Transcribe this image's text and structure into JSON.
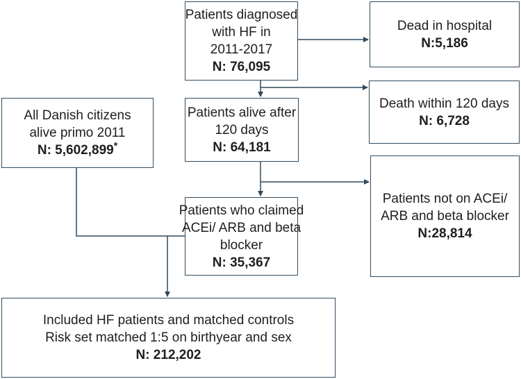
{
  "boxes": {
    "diagnosed": {
      "lines": [
        "Patients diagnosed",
        "with HF in",
        "2011-2017"
      ],
      "n": "N: 76,095"
    },
    "dead_hospital": {
      "lines": [
        "Dead in hospital"
      ],
      "n": "N:5,186"
    },
    "death_120": {
      "lines": [
        "Death within 120 days"
      ],
      "n": "N: 6,728"
    },
    "alive_120": {
      "lines": [
        "Patients alive after",
        "120 days"
      ],
      "n": "N: 64,181"
    },
    "danish": {
      "lines": [
        "All Danish citizens",
        "alive primo 2011"
      ],
      "n": "N: 5,602,899",
      "note_mark": "*"
    },
    "claimed": {
      "lines": [
        "Patients who claimed",
        "ACEi/ ARB and beta",
        "blocker"
      ],
      "n": "N: 35,367"
    },
    "not_on": {
      "lines": [
        "Patients not on ACEi/",
        "ARB and beta blocker"
      ],
      "n": "N:28,814"
    },
    "included": {
      "lines": [
        "Included HF patients and matched controls",
        "Risk set matched 1:5 on birthyear and sex"
      ],
      "n": "N: 212,202"
    }
  },
  "colors": {
    "border": "#2f4a5e",
    "connector": "#2f4a5e",
    "text": "#1e1e1e"
  }
}
